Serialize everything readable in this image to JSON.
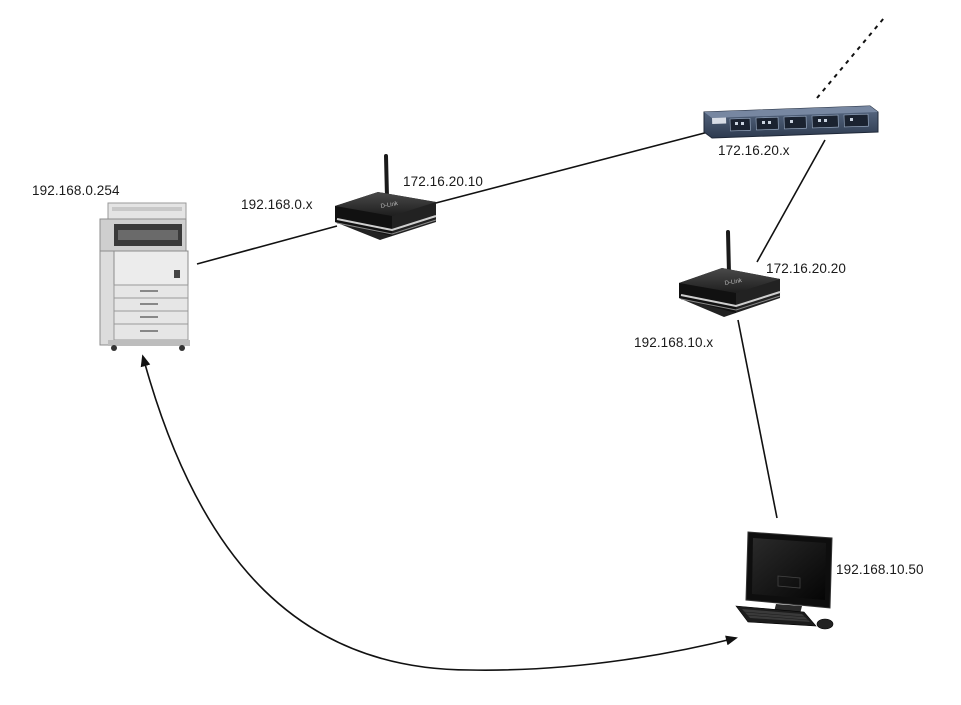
{
  "labels": {
    "printer_ip": "192.168.0.254",
    "router_a_lan": "192.168.0.x",
    "router_a_wan": "172.16.20.10",
    "core_router_net": "172.16.20.x",
    "router_b_wan": "172.16.20.20",
    "router_b_lan": "192.168.10.x",
    "pc_ip": "192.168.10.50"
  },
  "icons": {
    "printer": "multifunction-printer-icon",
    "router_a": "wireless-router-icon",
    "router_b": "wireless-router-icon",
    "core_router": "rack-router-icon",
    "pc": "all-in-one-computer-icon"
  },
  "colors": {
    "line": "#111111",
    "device_dark": "#2b2b2b",
    "rack_blue": "#3c4c63"
  }
}
